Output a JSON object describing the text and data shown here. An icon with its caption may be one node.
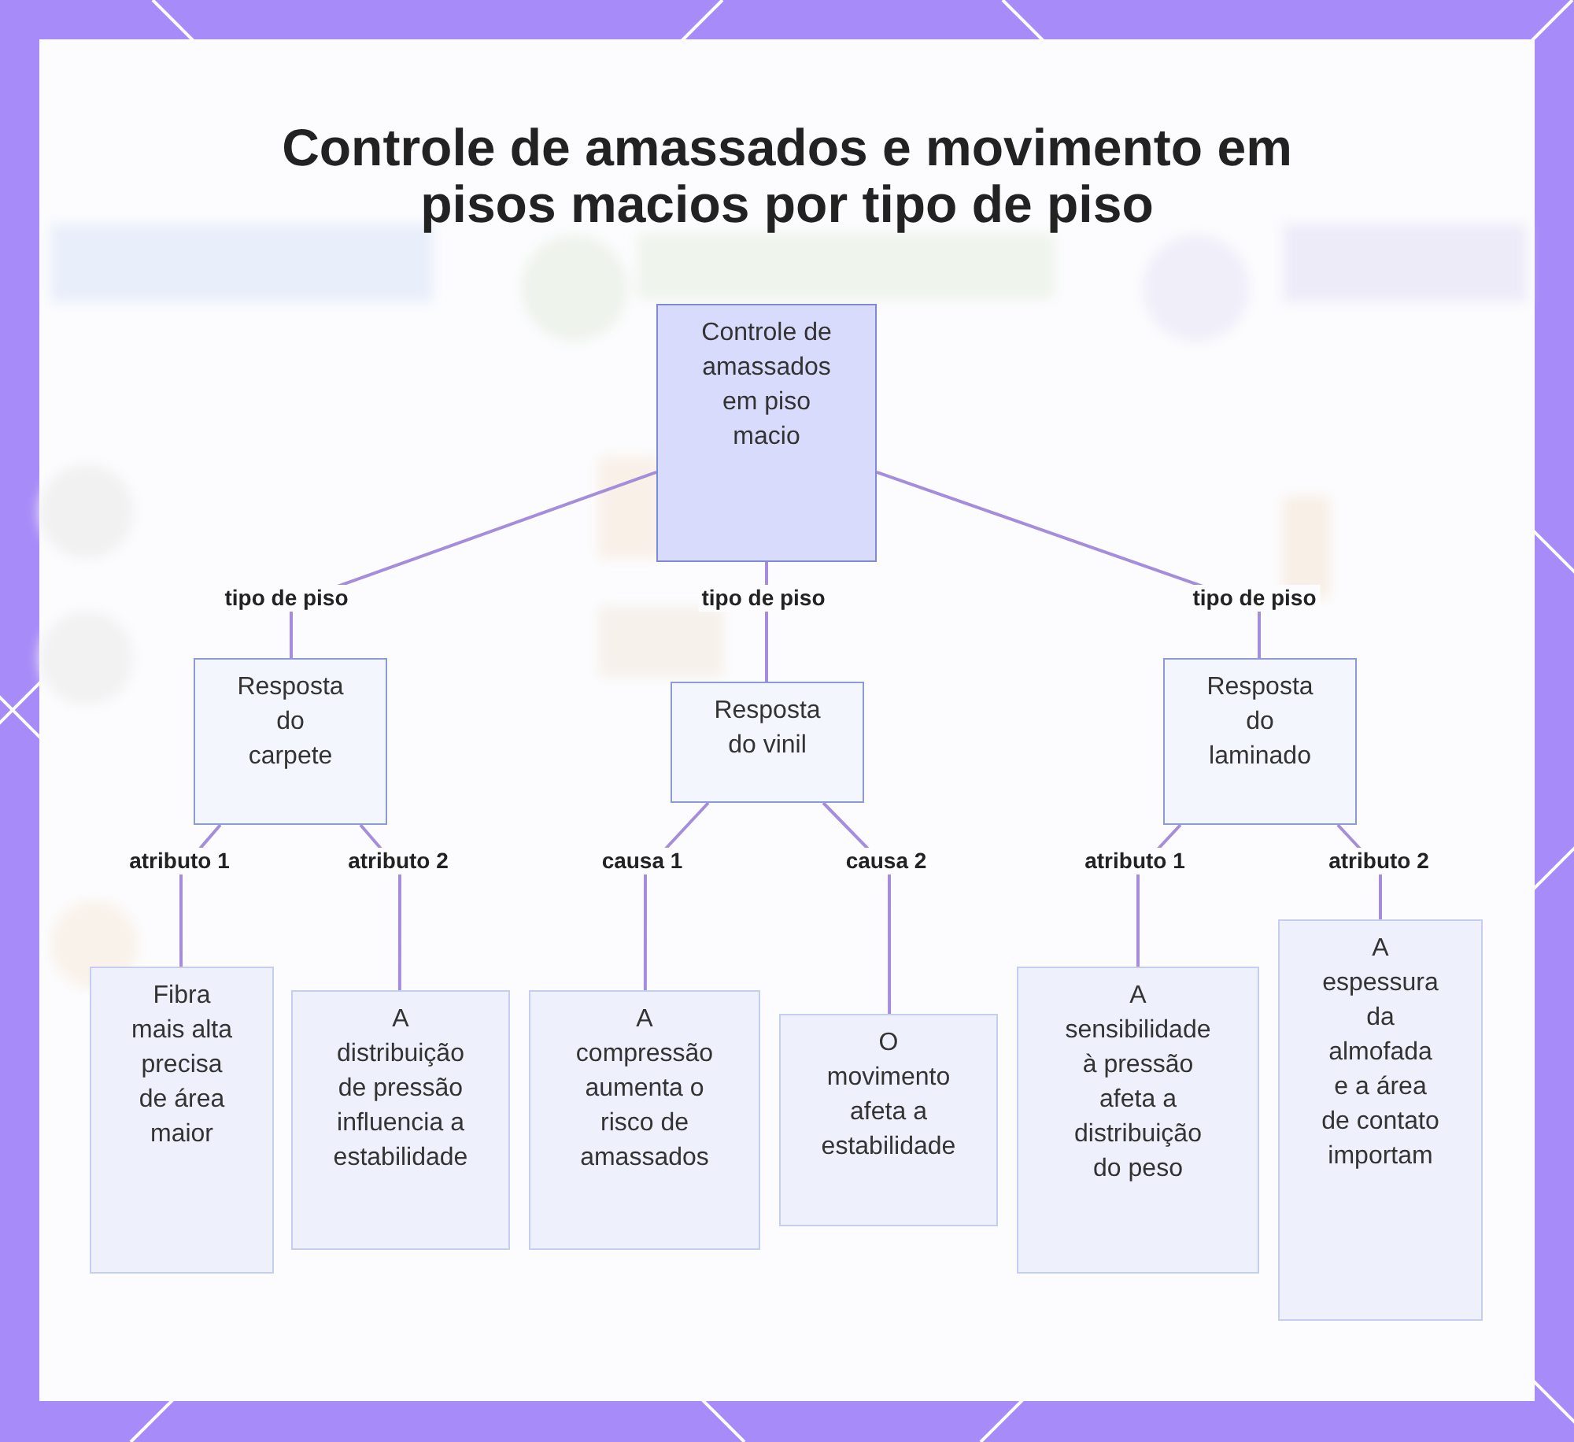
{
  "diagram": {
    "title": "Controle de amassados e movimento em pisos macios por tipo de piso",
    "nodes": [
      {
        "text": [
          "Controle de amassados em piso macio"
        ]
      },
      {
        "text": [
          "Resposta do carpete"
        ]
      },
      {
        "text": [
          "Resposta do vinil"
        ]
      },
      {
        "text": [
          "Resposta do laminado"
        ]
      },
      {
        "text": [
          "Fibra mais alta precisa de área maior"
        ]
      },
      {
        "text": [
          "A distribuição de pressão influencia a estabilidade"
        ]
      },
      {
        "text": [
          "A compressão aumenta o risco de amassados"
        ]
      },
      {
        "text": [
          "O movimento afeta a estabilidade"
        ]
      },
      {
        "text": [
          "A sensibilidade à pressão afeta a distribuição do peso"
        ]
      },
      {
        "text": [
          "A espessura da almofada e a área de contato importam"
        ]
      }
    ],
    "edges": [
      {
        "from": 0,
        "to": 1,
        "arrow": "none",
        "label": "tipo de piso"
      },
      {
        "from": 0,
        "to": 2,
        "arrow": "none",
        "label": "tipo de piso"
      },
      {
        "from": 0,
        "to": 3,
        "arrow": "none",
        "label": "tipo de piso"
      },
      {
        "from": 1,
        "to": 4,
        "arrow": "none",
        "label": "atributo 1"
      },
      {
        "from": 1,
        "to": 5,
        "arrow": "none",
        "label": "atributo 2"
      },
      {
        "from": 2,
        "to": 6,
        "arrow": "none",
        "label": "causa 1"
      },
      {
        "from": 2,
        "to": 7,
        "arrow": "none",
        "label": "causa 2"
      },
      {
        "from": 3,
        "to": 8,
        "arrow": "none",
        "label": "atributo 1"
      },
      {
        "from": 3,
        "to": 9,
        "arrow": "none",
        "label": "atributo 2"
      }
    ]
  }
}
